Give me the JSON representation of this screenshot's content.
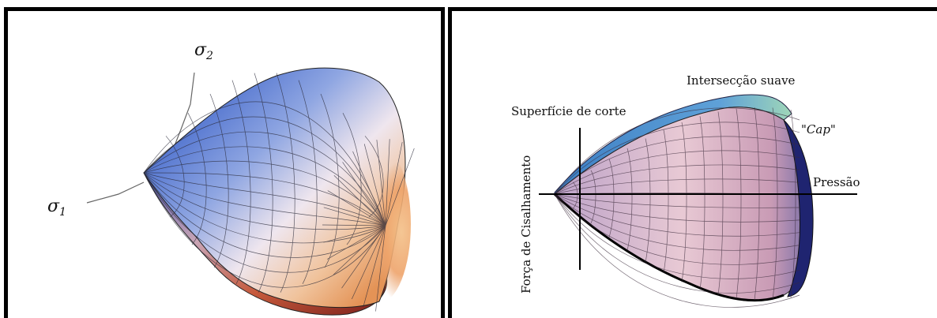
{
  "left_panel": {
    "axis_labels": {
      "sigma1": {
        "symbol": "σ",
        "subscript": "1"
      },
      "sigma2": {
        "symbol": "σ",
        "subscript": "2"
      }
    }
  },
  "right_panel": {
    "labels": {
      "smooth_intersection": "Intersecção suave",
      "cut_surface": "Superfície de corte",
      "cap": "\"Cap\"",
      "pressure": "Pressão",
      "shear_force": "Força de Cisalhamento"
    }
  },
  "colors": {
    "surface_blue": "#4a6fd0",
    "surface_light": "#f2e8ef",
    "surface_orange": "#eaa56a",
    "surface_red": "#8a2a24",
    "cap_navy": "#1f2470",
    "border": "#000000"
  }
}
